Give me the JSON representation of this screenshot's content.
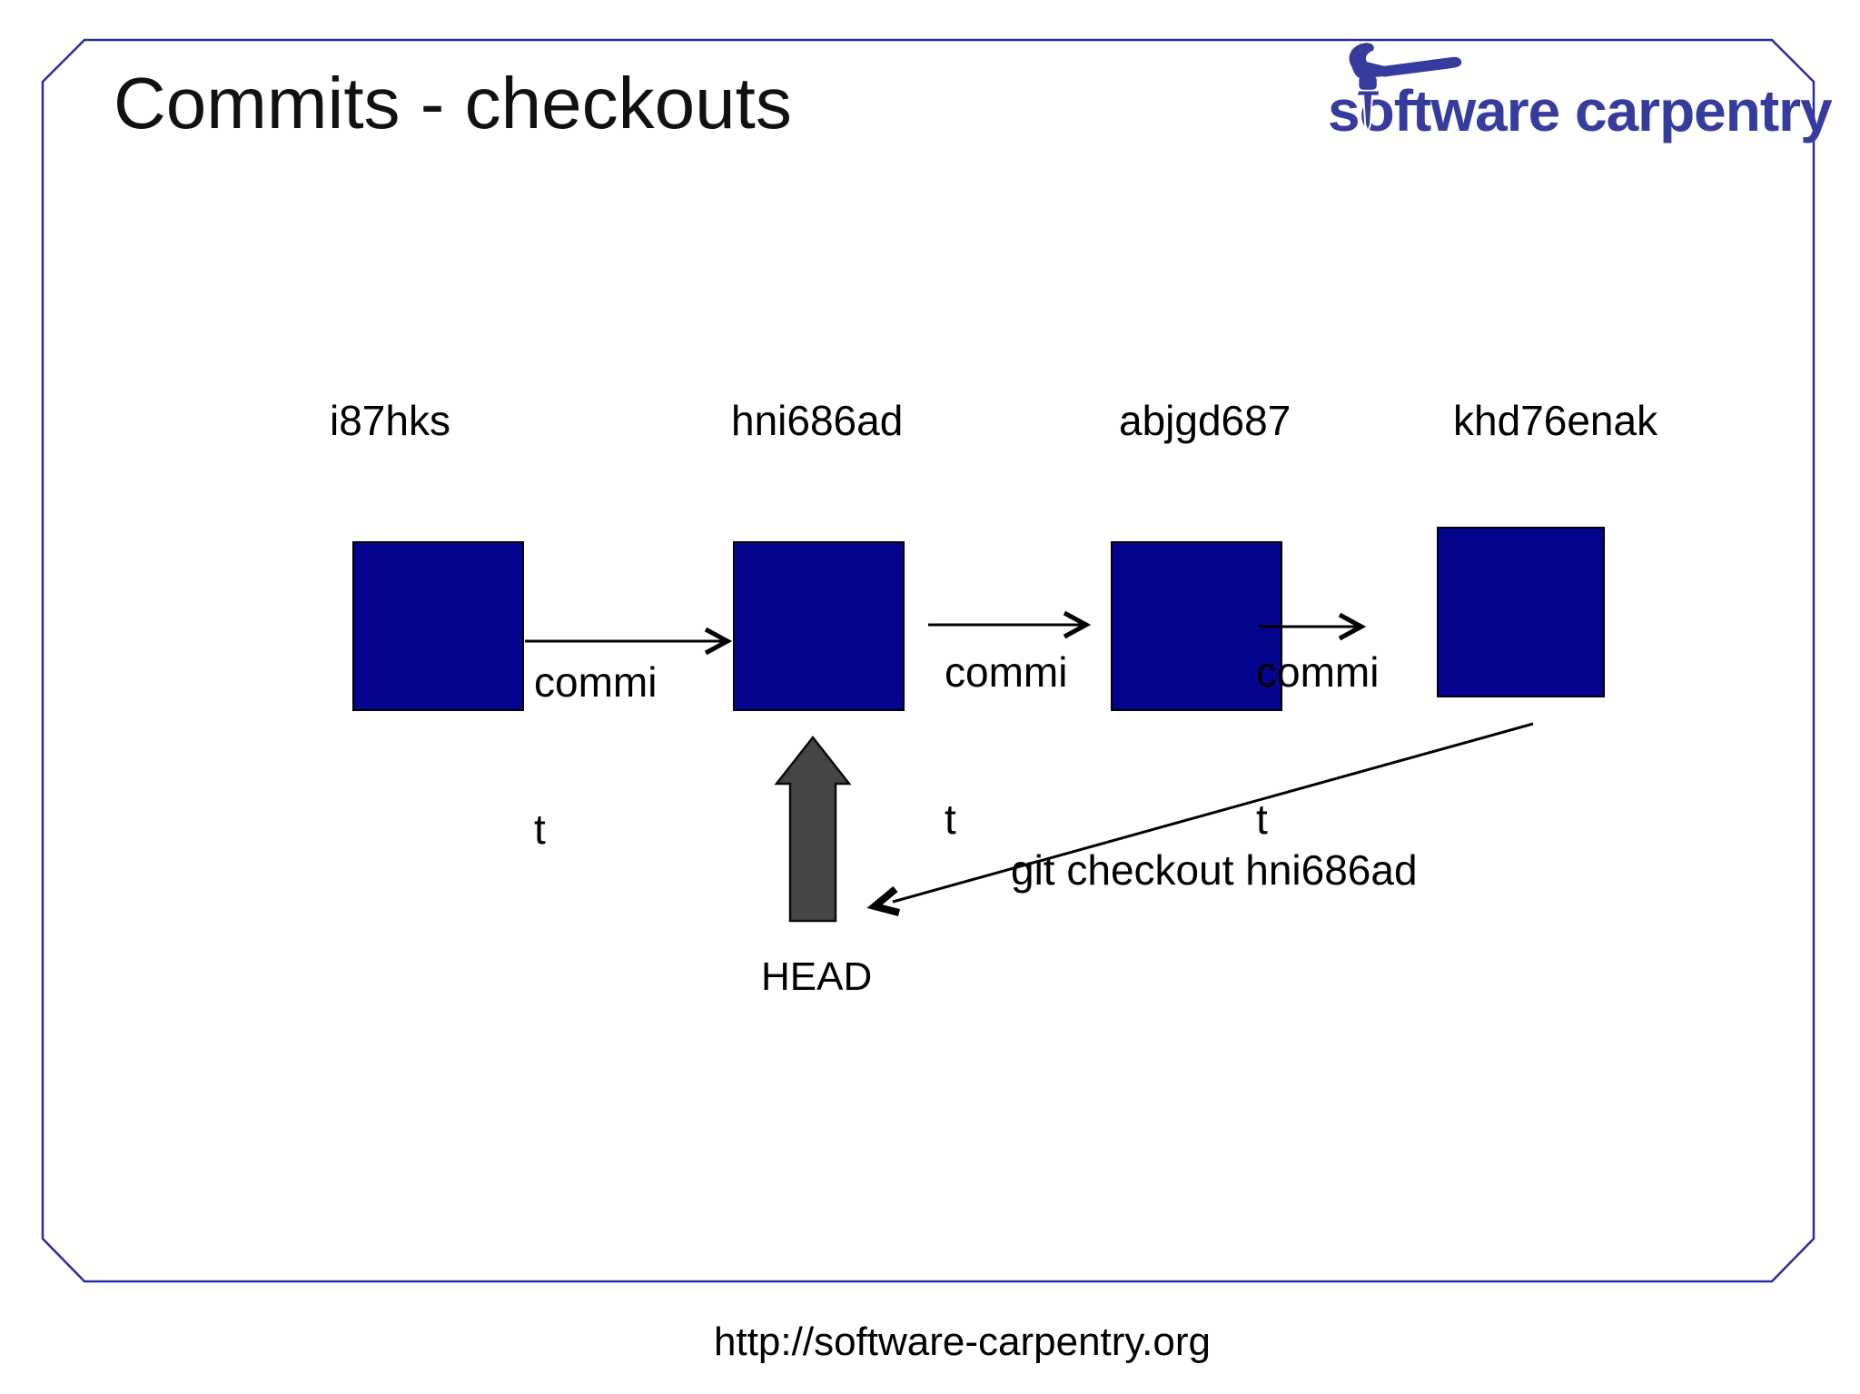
{
  "slide": {
    "title": "Commits - checkouts",
    "footer_url": "http://software-carpentry.org",
    "logo": {
      "brand": "software carpentry",
      "icon": "hammer-icon"
    }
  },
  "diagram": {
    "commits": [
      {
        "id": "i87hks"
      },
      {
        "id": "hni686ad"
      },
      {
        "id": "abjgd687"
      },
      {
        "id": "khd76enak"
      }
    ],
    "commit_arrow_label": {
      "line1": "commi",
      "line2": "t"
    },
    "checkout_label": "git checkout hni686ad",
    "head_label": "HEAD"
  },
  "colors": {
    "background": "#ffffff",
    "slide_border": "#2b2b9e",
    "commit_box_fill": "#04048f",
    "commit_box_outline": "#000000",
    "logo_indigo": "#363b9e",
    "head_arrow_fill": "#454545",
    "text": "#000000"
  }
}
